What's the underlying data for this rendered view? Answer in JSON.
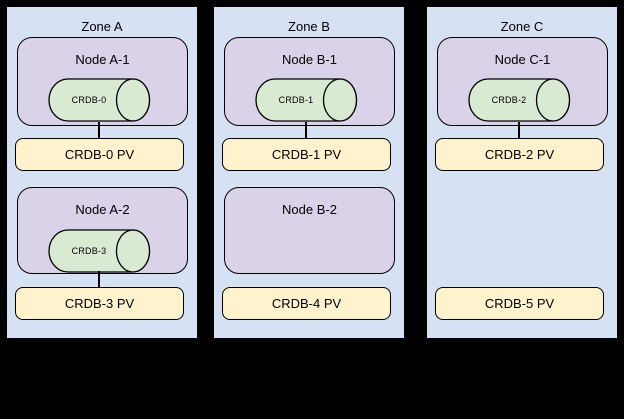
{
  "colors": {
    "background": "#000000",
    "zone_fill": "#d6e2f3",
    "node_fill": "#d9d2e9",
    "pod_fill": "#d9ead3",
    "pv_fill": "#fff2cc",
    "border": "#000000"
  },
  "zones": [
    {
      "label": "Zone A",
      "nodes": [
        {
          "label": "Node A-1",
          "pod": "CRDB-0",
          "pv": "CRDB-0 PV"
        },
        {
          "label": "Node A-2",
          "pod": "CRDB-3",
          "pv": "CRDB-3 PV"
        }
      ]
    },
    {
      "label": "Zone B",
      "nodes": [
        {
          "label": "Node B-1",
          "pod": "CRDB-1",
          "pv": "CRDB-1 PV"
        },
        {
          "label": "Node B-2",
          "pv": "CRDB-4 PV"
        }
      ]
    },
    {
      "label": "Zone C",
      "nodes": [
        {
          "label": "Node C-1",
          "pod": "CRDB-2",
          "pv": "CRDB-2 PV"
        },
        {
          "pv": "CRDB-5 PV"
        }
      ]
    }
  ]
}
